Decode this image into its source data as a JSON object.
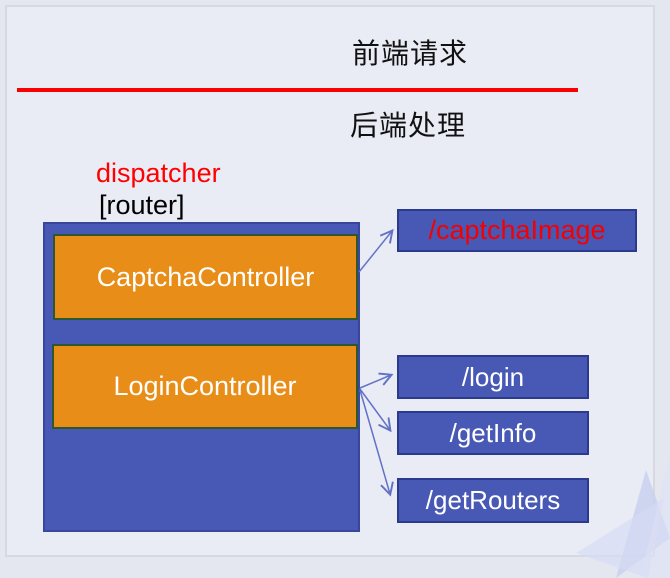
{
  "header": {
    "frontend_label": "前端请求",
    "backend_label": "后端处理"
  },
  "dispatcher": {
    "label": "dispatcher",
    "router_label": "[router]"
  },
  "controllers": {
    "captcha": "CaptchaController",
    "login": "LoginController"
  },
  "routes": {
    "captcha_image": "/captchaImage",
    "login": "/login",
    "get_info": "/getInfo",
    "get_routers": "/getRouters"
  },
  "colors": {
    "divider_red": "#fb0000",
    "dispatcher_text_red": "#ff0000",
    "route_highlight_red": "#f40000",
    "container_blue": "#4858b5",
    "container_border_blue": "#3a469e",
    "controller_orange": "#e88d18",
    "controller_border_green": "#2d572d",
    "route_box_border": "#2c3a8c",
    "arrow_blue": "#6272c6",
    "slide_background": "#eaecf5"
  }
}
